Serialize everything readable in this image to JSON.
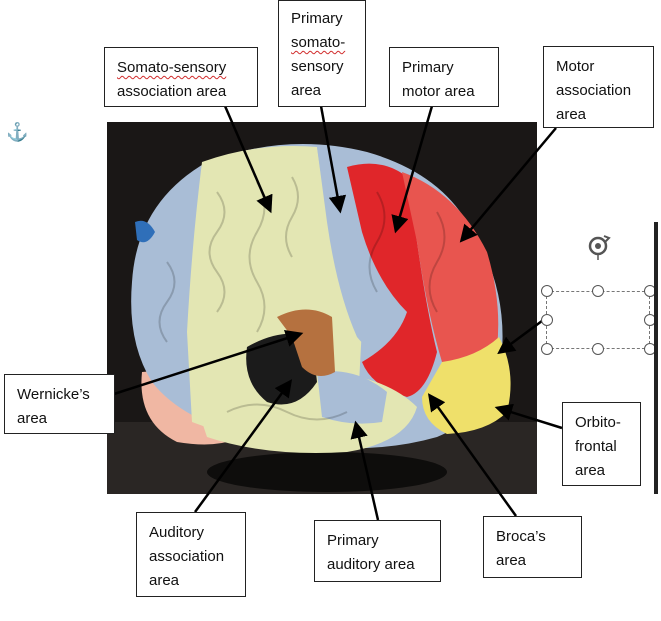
{
  "labels": {
    "somatosensory_assoc": {
      "line1": "Somato-sensory",
      "line2": "association area"
    },
    "primary_somatosensory": {
      "line1": "Primary",
      "line2": "somato-",
      "line3": "sensory",
      "line4": "area"
    },
    "primary_motor": {
      "line1": "Primary",
      "line2": "motor area"
    },
    "motor_assoc": {
      "line1": "Motor",
      "line2": "association",
      "line3": "area"
    },
    "wernicke": {
      "line1": "Wernicke’s",
      "line2": "area"
    },
    "orbitofrontal": {
      "line1": "Orbito-",
      "line2": "frontal",
      "line3": "area"
    },
    "auditory_assoc": {
      "line1": "Auditory",
      "line2": "association",
      "line3": "area"
    },
    "primary_auditory": {
      "line1": "Primary",
      "line2": "auditory area"
    },
    "broca": {
      "line1": "Broca’s",
      "line2": "area"
    }
  },
  "icons": {
    "anchor": "⚓"
  },
  "colors": {
    "background_photo": "#1a1716",
    "sensory_assoc": "#e3e6b3",
    "primary_sensory": "#a9bdd6",
    "primary_motor": "#e0262a",
    "motor_assoc": "#e8554f",
    "orbitofrontal": "#efe06a",
    "wernicke": "#b5713f",
    "auditory_assoc": "#1b1b1b",
    "cerebellum": "#f0b7a3"
  }
}
